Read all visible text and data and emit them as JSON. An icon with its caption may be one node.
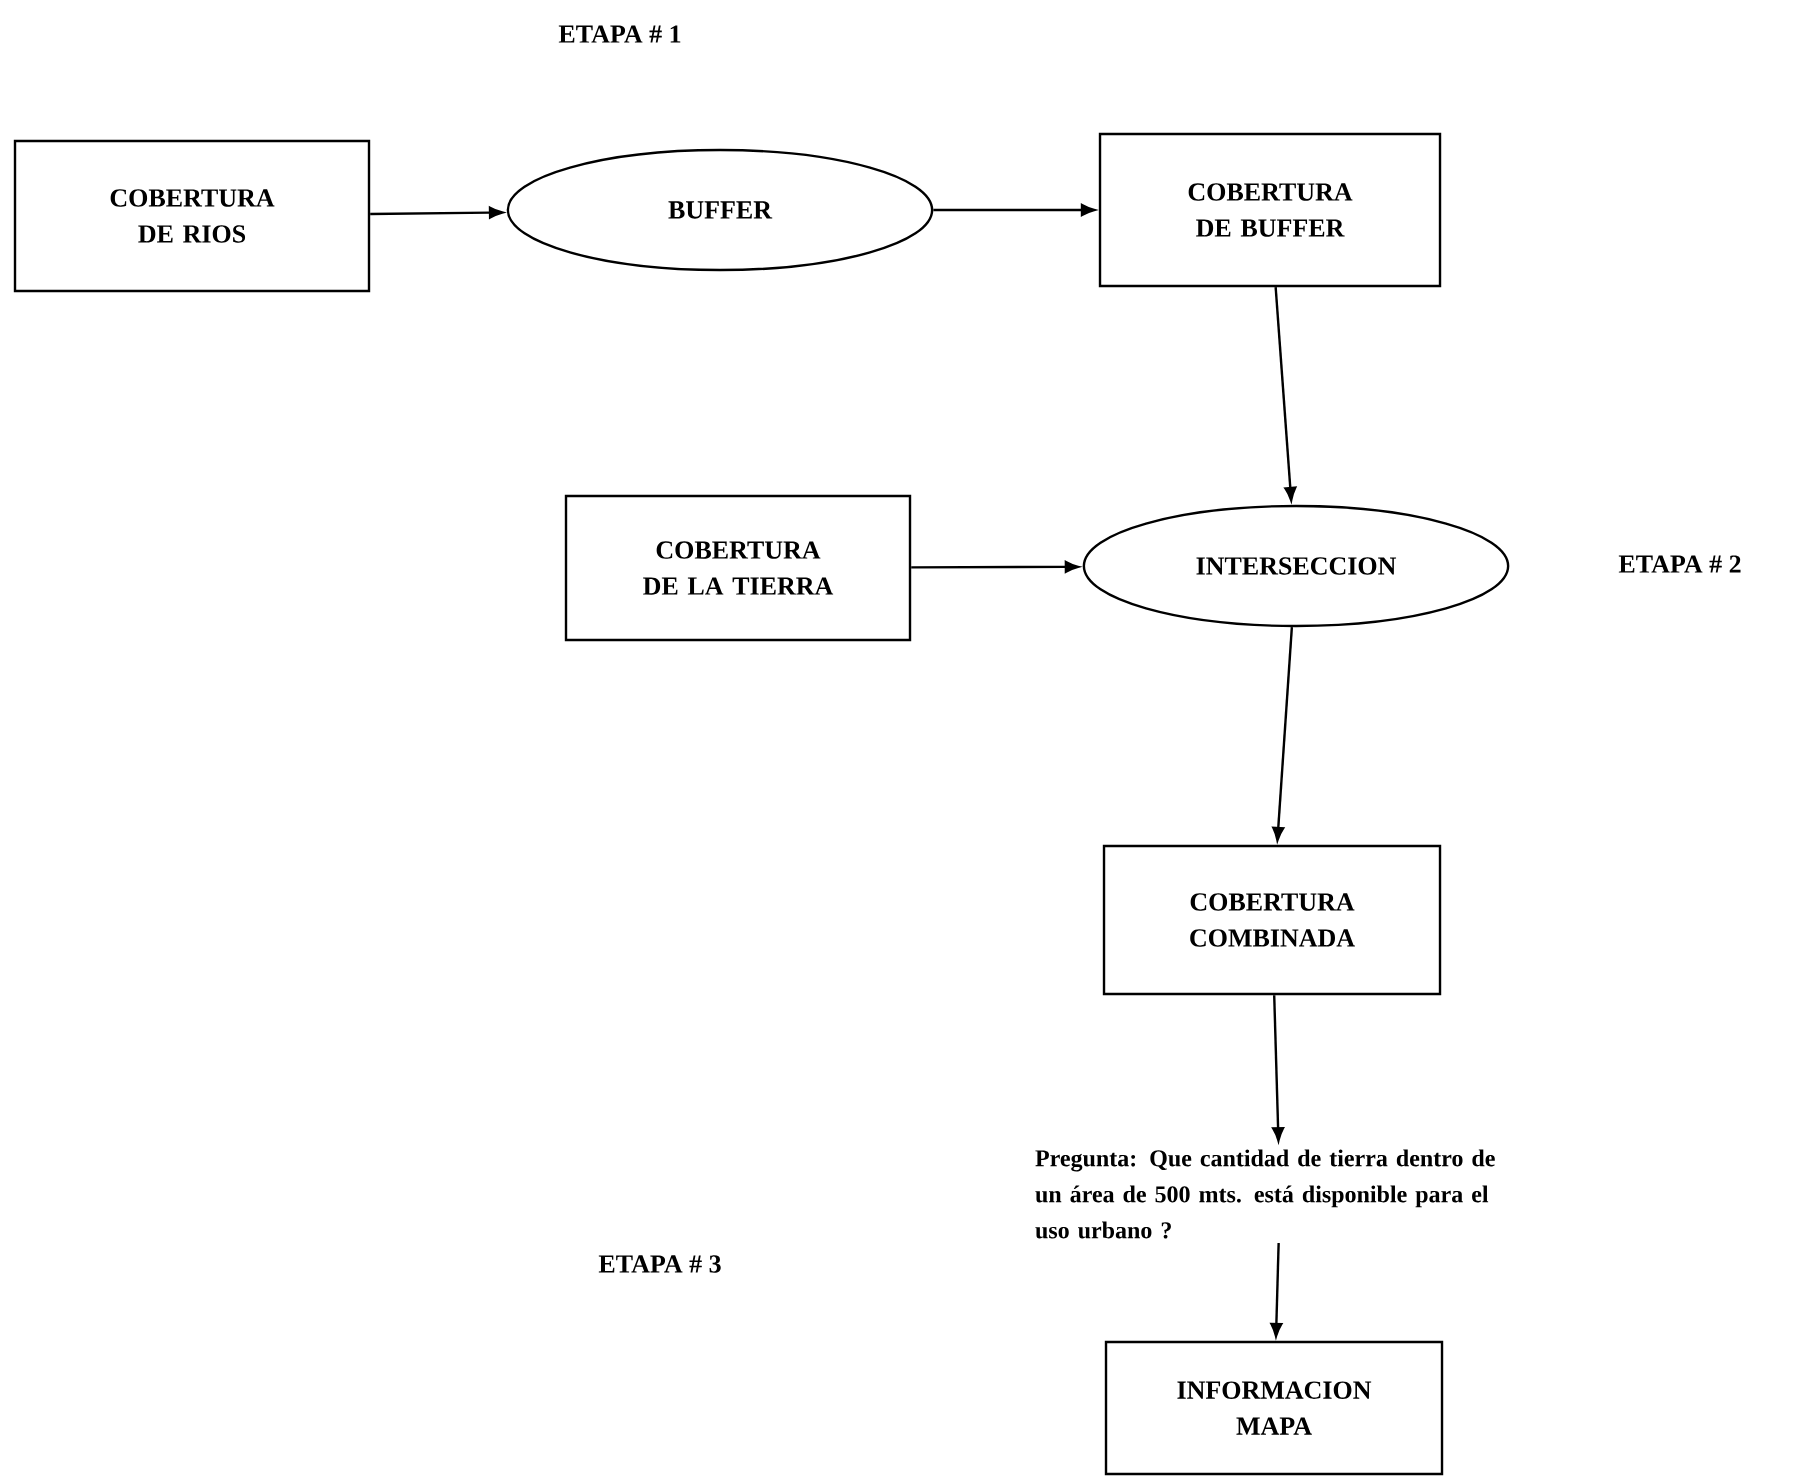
{
  "diagram": {
    "nodes": [
      {
        "text": [
          "COBERTURA DE RIOS"
        ]
      },
      {
        "text": [
          "BUFFER"
        ]
      },
      {
        "text": [
          "COBERTURA DE BUFFER"
        ]
      },
      {
        "text": [
          "COBERTURA DE LA TIERRA"
        ]
      },
      {
        "text": [
          "INTERSECCION"
        ]
      },
      {
        "text": [
          "COBERTURA COMBINADA"
        ]
      },
      {
        "text": [
          "Pregunta: Que cantidad de tierra dentro de un área de 500 mts. está disponible para el uso urbano ?"
        ]
      },
      {
        "text": [
          "INFORMACION MAPA"
        ]
      }
    ],
    "edges": [
      {
        "from": 0,
        "to": 1,
        "arrow": "to"
      },
      {
        "from": 1,
        "to": 2,
        "arrow": "to"
      },
      {
        "from": 2,
        "to": 4,
        "arrow": "to"
      },
      {
        "from": 3,
        "to": 4,
        "arrow": "to"
      },
      {
        "from": 4,
        "to": 5,
        "arrow": "to"
      },
      {
        "from": 5,
        "to": 6,
        "arrow": "to"
      },
      {
        "from": 6,
        "to": 7,
        "arrow": "to"
      }
    ],
    "labels": [
      "ETAPA # 1",
      "ETAPA # 2",
      "ETAPA # 3"
    ]
  }
}
